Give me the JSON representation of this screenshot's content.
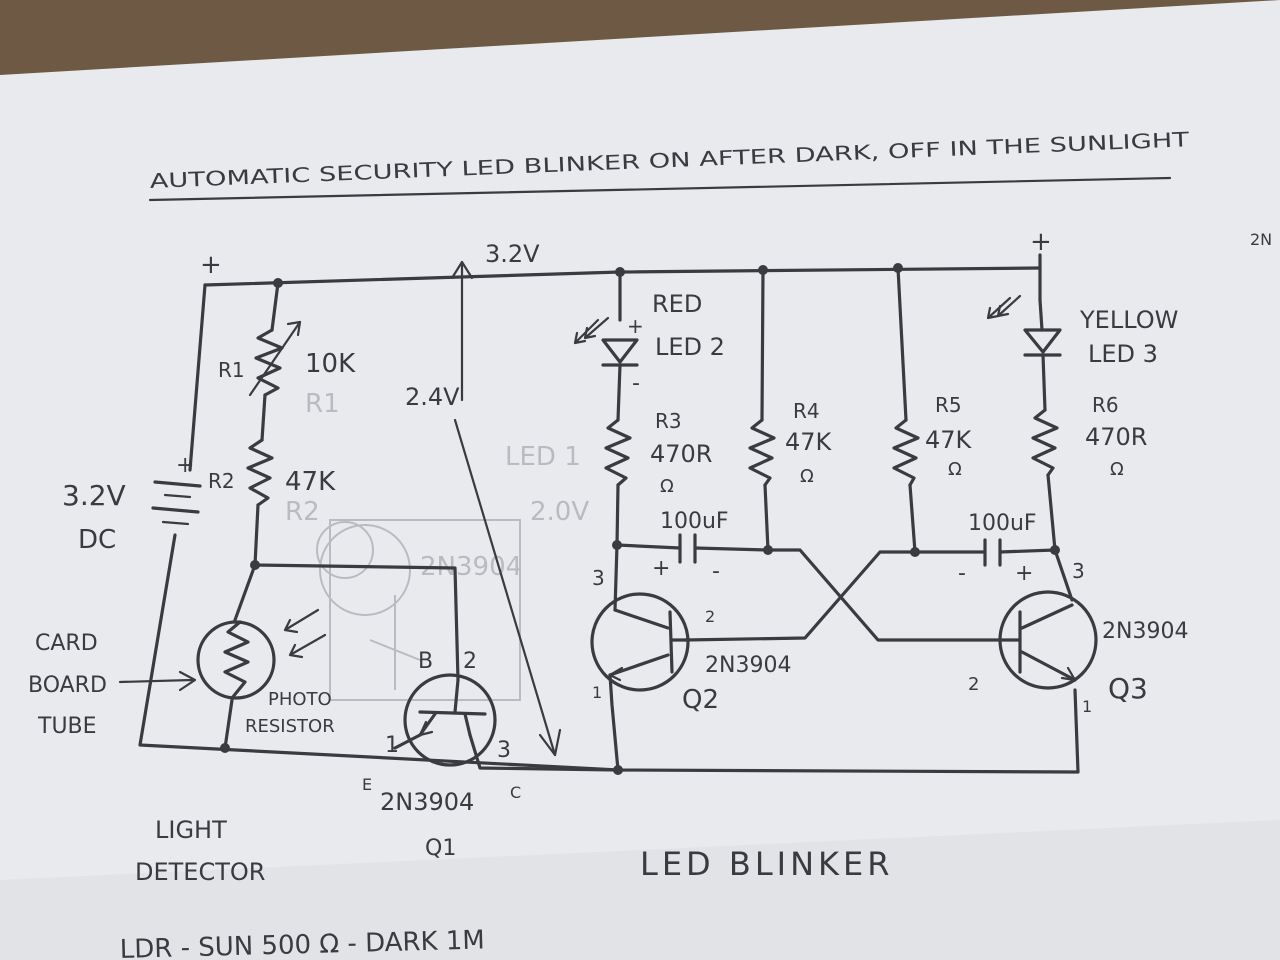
{
  "title": "AUTOMATIC SECURITY LED BLINKER ON AFTER DARK, OFF IN THE SUNLIGHT",
  "labels": {
    "supply_plus_left": "+",
    "supply_plus_right": "+",
    "rail_voltage": "3.2V",
    "mid_voltage": "2.4V",
    "battery_plus": "+",
    "battery_voltage": "3.2V",
    "battery_dc": "DC",
    "r1_name": "R1",
    "r1_value": "10K",
    "r2_name": "R2",
    "r2_value": "47K",
    "card_board": "CARD",
    "card_board2": "BOARD",
    "card_board3": "TUBE",
    "photo": "PHOTO",
    "resistor": "RESISTOR",
    "q1_b": "B",
    "q1_2": "2",
    "q1_1": "1",
    "q1_3": "3",
    "q1_e": "E",
    "q1_c": "C",
    "q1_type": "2N3904",
    "q1_name": "Q1",
    "light_detector_1": "LIGHT",
    "light_detector_2": "DETECTOR",
    "red_led_1": "RED",
    "red_led_2": "LED 2",
    "red_plus": "+",
    "red_minus": "-",
    "r3_name": "R3",
    "r3_value": "470R",
    "r3_unit": "Ω",
    "r4_name": "R4",
    "r4_value": "47K",
    "r4_unit": "Ω",
    "r5_name": "R5",
    "r5_value": "47K",
    "r5_unit": "Ω",
    "r6_name": "R6",
    "r6_value": "470R",
    "r6_unit": "Ω",
    "yellow_led_1": "YELLOW",
    "yellow_led_2": "LED 3",
    "cap_left": "100uF",
    "cap_right": "100uF",
    "cap_left_plus": "+",
    "cap_left_minus": "-",
    "cap_right_minus": "-",
    "cap_right_plus": "+",
    "q2_3": "3",
    "q2_2": "2",
    "q2_1": "1",
    "q2_type": "2N3904",
    "q2_name": "Q2",
    "q3_3": "3",
    "q3_2": "2",
    "q3_1": "1",
    "q3_type": "2N3904",
    "q3_name": "Q3",
    "led_blinker": "LED BLINKER",
    "footer_note": "LDR - SUN 500 Ω - DARK 1M",
    "edge_note": "2N"
  },
  "colors": {
    "paper": "#e9eaee",
    "ink": "#3a3a40",
    "background": "#6e5a44"
  }
}
